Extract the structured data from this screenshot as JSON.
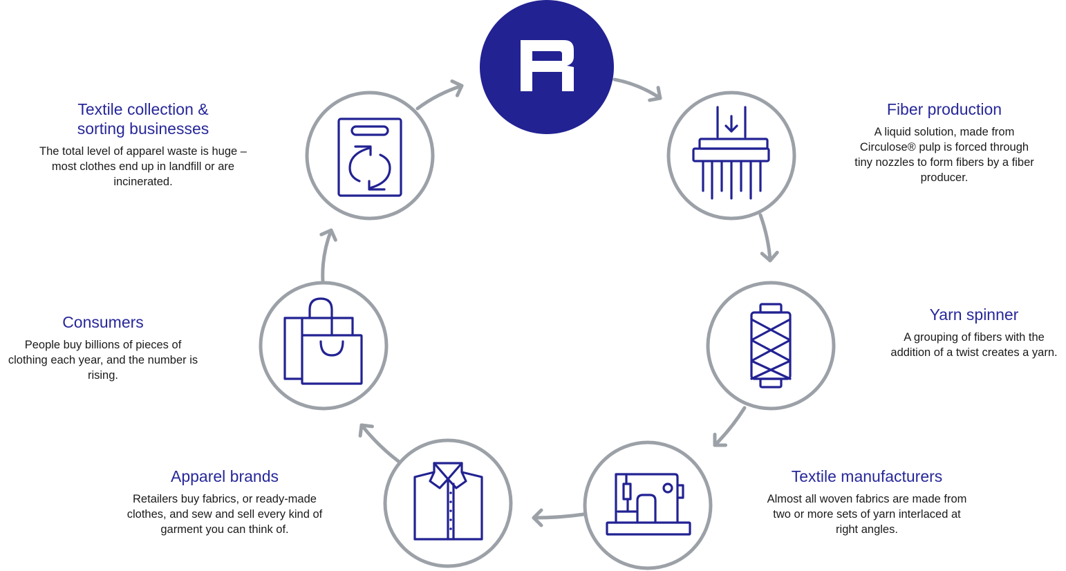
{
  "colors": {
    "brand": "#222293",
    "ring": "#9ca1a8",
    "arrow": "#9ca1a8",
    "text": "#1a1a1a"
  },
  "center": {
    "logo_letter_icon": "r-logo-icon"
  },
  "steps": [
    {
      "id": "fiber",
      "icon": "fiber-nozzle-icon",
      "title": "Fiber production",
      "description": "A liquid solution, made from Circulose® pulp is forced through tiny nozzles to form fibers by a fiber producer."
    },
    {
      "id": "yarn",
      "icon": "yarn-spool-icon",
      "title": "Yarn spinner",
      "description": "A grouping of fibers with the addition of a twist creates a yarn."
    },
    {
      "id": "textile",
      "icon": "sewing-machine-icon",
      "title": "Textile manufacturers",
      "description": "Almost all woven fabrics are made from two or more sets of yarn interlaced at right angles."
    },
    {
      "id": "apparel",
      "icon": "shirt-icon",
      "title": "Apparel brands",
      "description": "Retailers buy fabrics, or ready-made clothes, and sew and sell every kind of garment you can think of."
    },
    {
      "id": "consumers",
      "icon": "shopping-bags-icon",
      "title": "Consumers",
      "description": "People buy billions of pieces of clothing each year, and the number is rising."
    },
    {
      "id": "collection",
      "icon": "recycle-bag-icon",
      "title": "Textile collection &\nsorting businesses",
      "description": "The total level of apparel waste is huge – most clothes end up in landfill or are incinerated."
    }
  ]
}
